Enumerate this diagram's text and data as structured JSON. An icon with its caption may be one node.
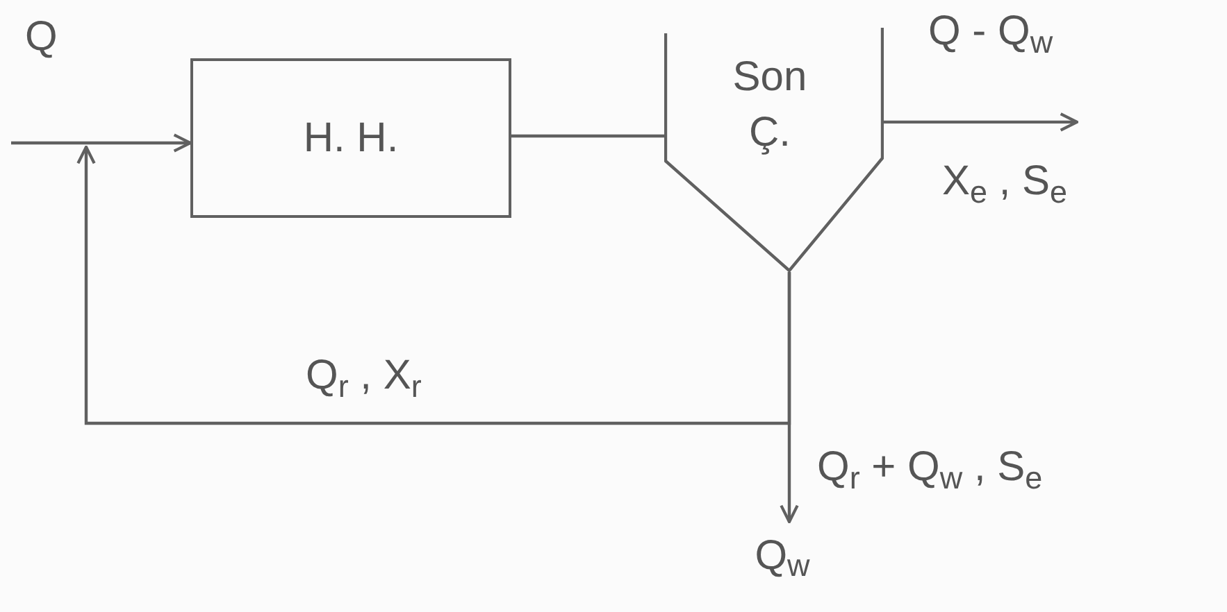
{
  "diagram": {
    "nodes": [
      {
        "text": [
          "H. H."
        ]
      },
      {
        "text": [
          "Son Ç."
        ]
      },
      {
        "text": [
          "Q$_{w}$"
        ]
      }
    ],
    "edges": [
      {
        "from": null,
        "to": 0,
        "arrow": "to",
        "label": "Q"
      },
      {
        "from": 0,
        "to": 1,
        "arrow": "none"
      },
      {
        "from": 1,
        "to": null,
        "arrow": "to",
        "label": "Q - Q$_{w}$"
      },
      {
        "from": 1,
        "to": 0,
        "arrow": "to",
        "label": "Q$_{r}$ , X$_{r}$"
      },
      {
        "from": 1,
        "to": 2,
        "arrow": "to"
      }
    ],
    "labels": [
      "X$_{e}$ , S$_{e}$",
      "Q$_{r}$ + Q$_{w}$ , S$_{e}$"
    ]
  }
}
